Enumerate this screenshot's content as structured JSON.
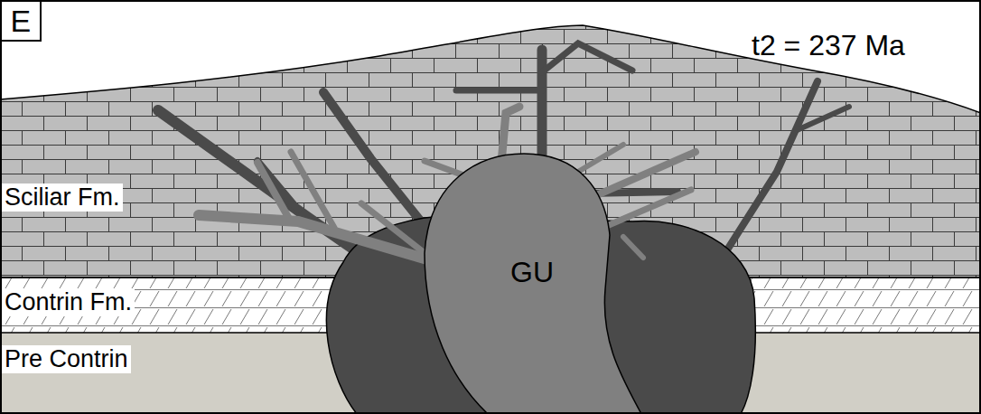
{
  "diagram": {
    "nodes": [
      {
        "text": [
          "E"
        ]
      },
      {
        "text": [
          "Sciliar Fm."
        ]
      },
      {
        "text": [
          "Contrin Fm."
        ]
      },
      {
        "text": [
          "Pre Contrin"
        ]
      },
      {
        "text": [
          "GU"
        ]
      }
    ],
    "labels": [
      "t2 = 237 Ma"
    ]
  }
}
